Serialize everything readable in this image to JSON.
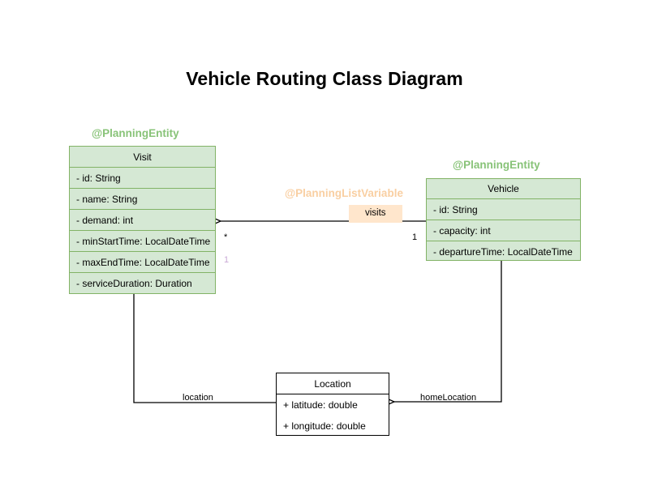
{
  "title": "Vehicle Routing Class Diagram",
  "classes": [
    {
      "id": "visit",
      "name": "Visit",
      "stereotype": "@PlanningEntity",
      "attributes": [
        "- id: String",
        "- name: String",
        "- demand: int",
        "- minStartTime: LocalDateTime",
        "- maxEndTime: LocalDateTime",
        "- serviceDuration: Duration"
      ]
    },
    {
      "id": "vehicle",
      "name": "Vehicle",
      "stereotype": "@PlanningEntity",
      "attributes": [
        "- id: String",
        "- capacity: int",
        "- departureTime: LocalDateTime"
      ]
    },
    {
      "id": "location",
      "name": "Location",
      "stereotype": null,
      "attributes": [
        "+ latitude: double",
        "+ longitude: double"
      ]
    }
  ],
  "relations": {
    "visits": {
      "stereotype": "@PlanningListVariable",
      "label": "visits",
      "source_multiplicity": "1",
      "target_multiplicity": "*",
      "target_multiplicity_alt": "1"
    },
    "location": {
      "label": "location"
    },
    "home_location": {
      "label": "homeLocation"
    }
  },
  "colors": {
    "entity_fill": "#d5e8d4",
    "entity_stroke": "#82b366",
    "stereotype_green": "#88c378",
    "stereotype_orange": "#f9cfa2",
    "badge_fill": "#ffe6cc",
    "plain_fill": "#ffffff",
    "plain_stroke": "#000000",
    "ghost_multiplicity": "#c9a9d6"
  }
}
